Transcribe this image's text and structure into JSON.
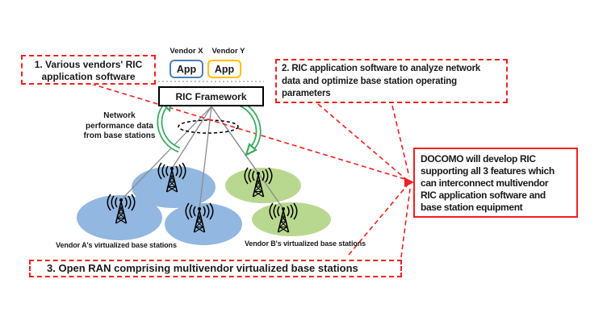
{
  "apps": {
    "vendor_x_label": "Vendor X",
    "vendor_y_label": "Vendor Y",
    "app_x_label": "App",
    "app_y_label": "App"
  },
  "framework": {
    "label": "RIC Framework"
  },
  "network_note": {
    "lines": [
      "Network",
      "performance data",
      "from base stations"
    ]
  },
  "callouts": {
    "box1": {
      "lines": [
        "1. Various vendors' RIC",
        "application software"
      ]
    },
    "box2": {
      "lines": [
        "2. RIC application software to analyze network",
        "data and optimize base station operating",
        "parameters"
      ]
    },
    "box3": {
      "text": "3. Open RAN comprising multivendor virtualized base stations"
    },
    "docomo": {
      "lines": [
        "DOCOMO will develop RIC",
        "supporting all 3 features which",
        "can interconnect multivendor",
        "RIC application software and",
        "base station equipment"
      ]
    }
  },
  "clusters": {
    "vendor_a_label": "Vendor A's virtualized base stations",
    "vendor_b_label": "Vendor B's virtualized base stations"
  },
  "icons": {
    "antenna": "antenna-icon",
    "cycle_arrows": "cycle-arrows-icon"
  },
  "colors": {
    "callout_red": "#f02020",
    "blue_coverage_fill": "#92b7e0",
    "green_coverage_fill": "#b9d88f",
    "vendor_x_border_blue": "#4a7ebb",
    "vendor_y_border_yellow": "#ffc000",
    "cycle_arrow_green": "#3bab62",
    "fan_line_gray": "#8c8c8c",
    "text_black": "#1a1a1a"
  }
}
